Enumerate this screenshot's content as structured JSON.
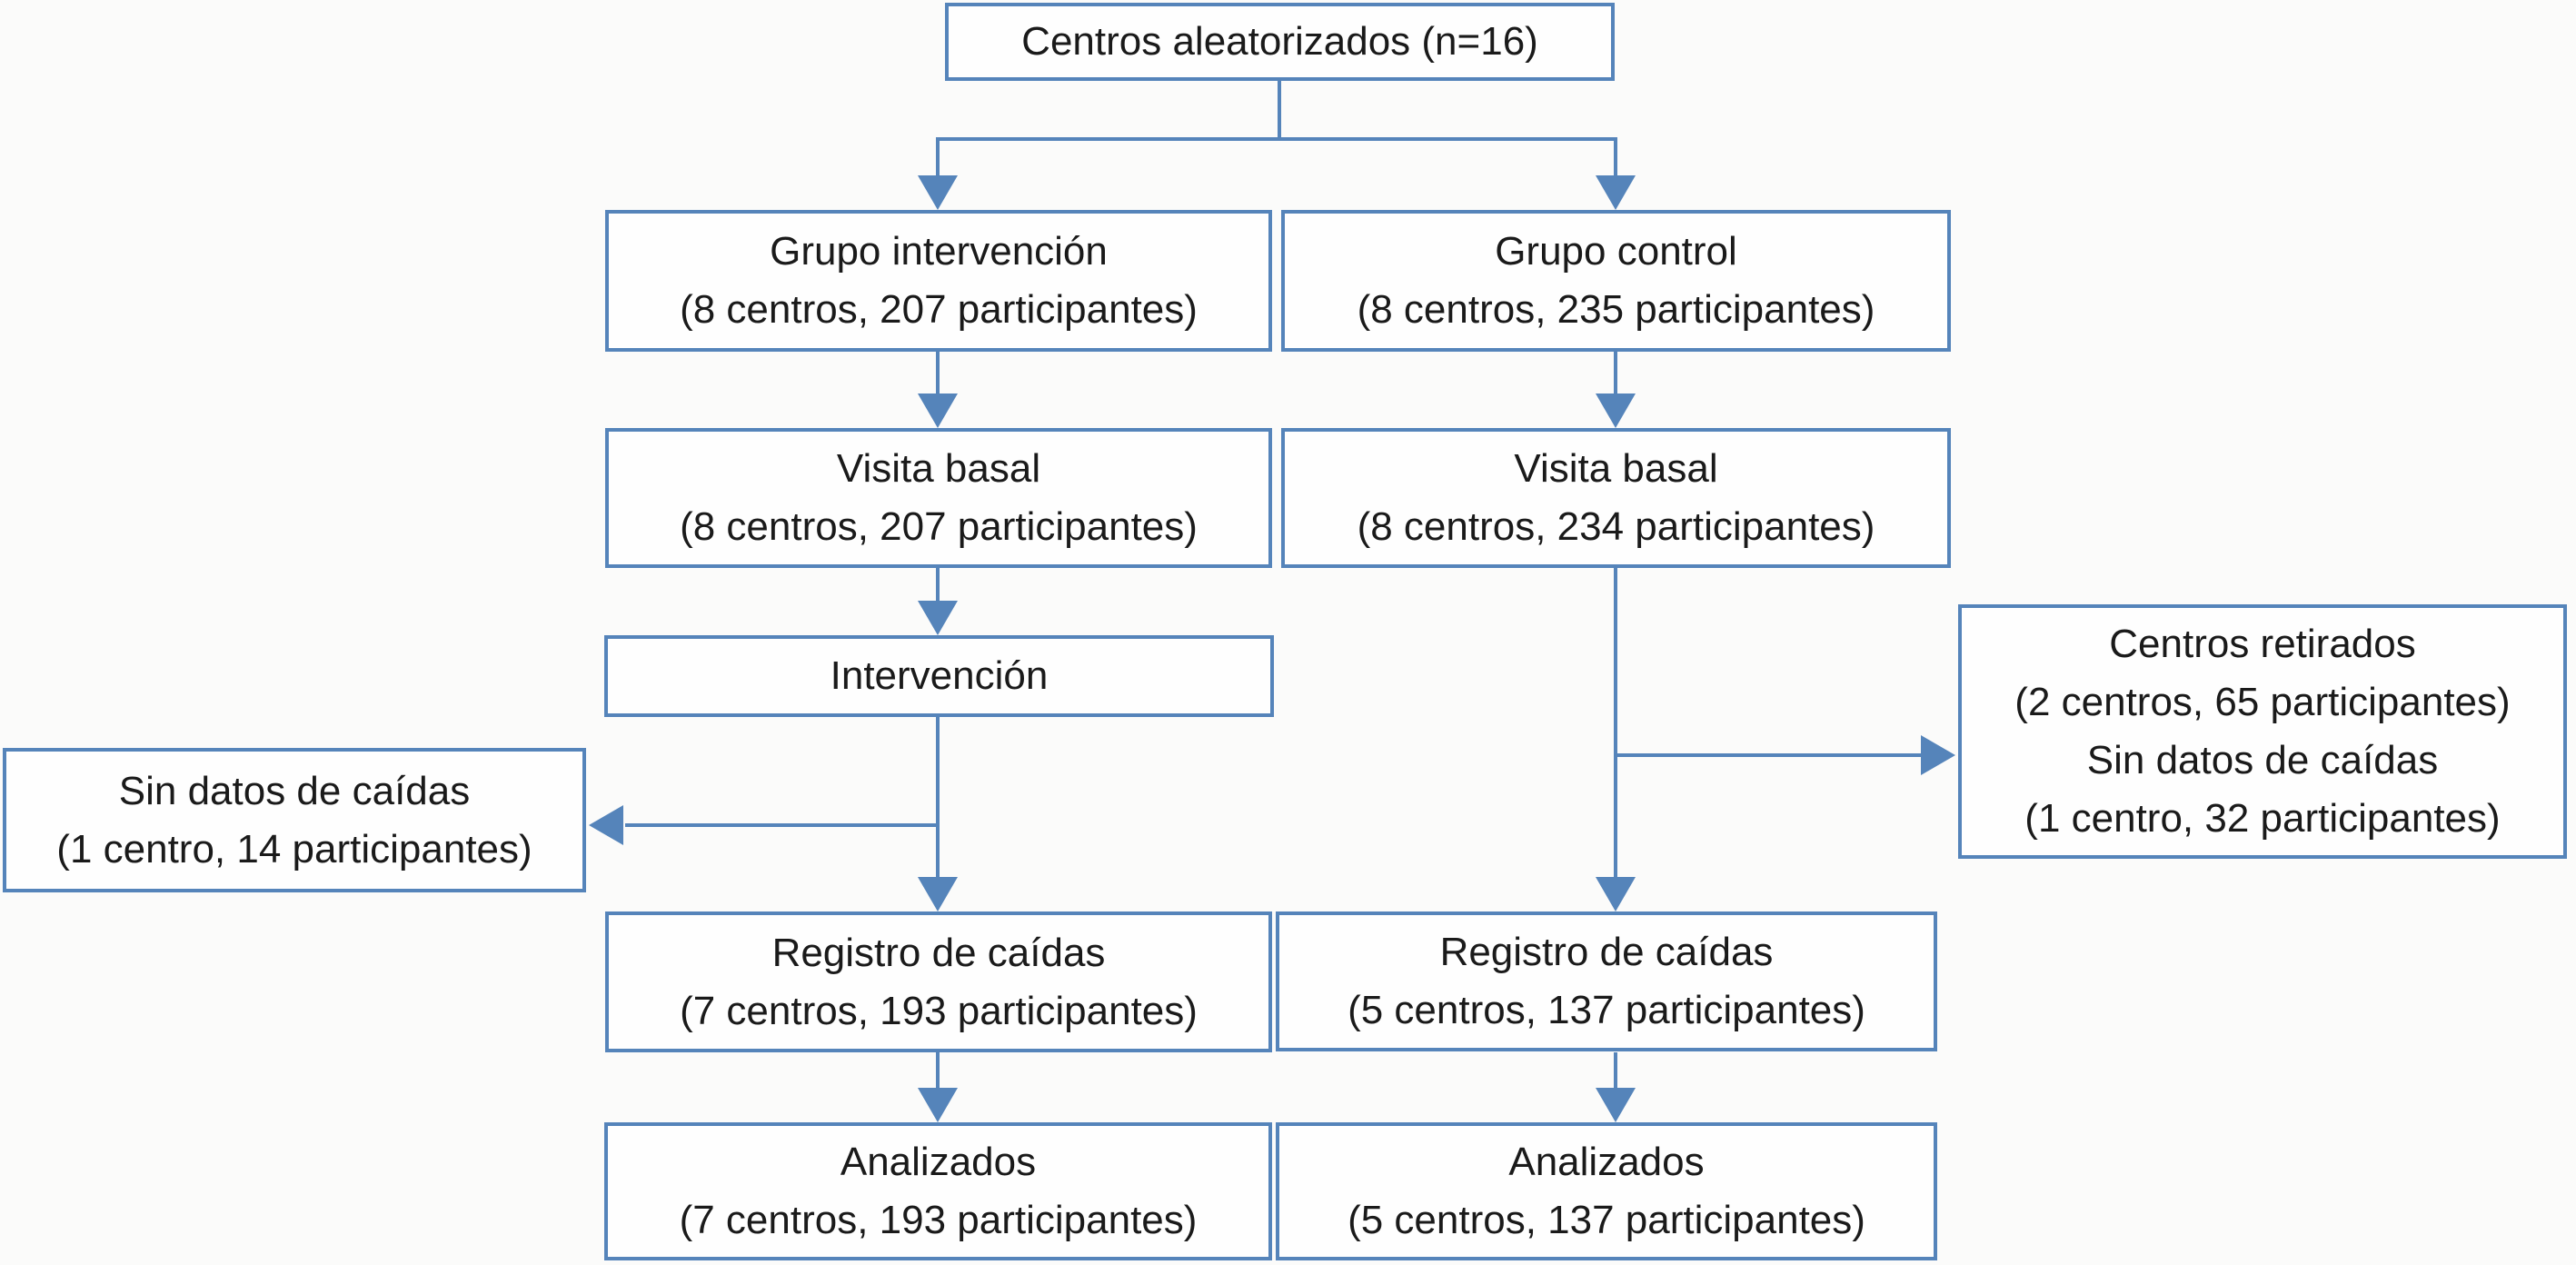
{
  "colors": {
    "accent": "#5584ba",
    "box_fill": "#fefefe",
    "text": "#1a1a1a",
    "background": "#fbfbfa"
  },
  "flowchart": {
    "randomized": {
      "lines": [
        "Centros aleatorizados (n=16)"
      ]
    },
    "intervention_group": {
      "lines": [
        "Grupo intervención",
        "(8 centros, 207 participantes)"
      ]
    },
    "control_group": {
      "lines": [
        "Grupo control",
        "(8 centros, 235 participantes)"
      ]
    },
    "baseline_intervention": {
      "lines": [
        "Visita basal",
        "(8 centros, 207 participantes)"
      ]
    },
    "baseline_control": {
      "lines": [
        "Visita basal",
        "(8 centros, 234 participantes)"
      ]
    },
    "intervention": {
      "lines": [
        "Intervención"
      ]
    },
    "no_falls_data": {
      "lines": [
        "Sin datos de caídas",
        "(1 centro, 14 participantes)"
      ]
    },
    "withdrawn_centers": {
      "lines": [
        "Centros retirados",
        "(2 centros, 65 participantes)",
        "Sin datos de caídas",
        "(1 centro, 32 participantes)"
      ]
    },
    "falls_registry_intervention": {
      "lines": [
        "Registro de caídas",
        "(7 centros, 193 participantes)"
      ]
    },
    "falls_registry_control": {
      "lines": [
        "Registro de caídas",
        "(5 centros, 137 participantes)"
      ]
    },
    "analyzed_intervention": {
      "lines": [
        "Analizados",
        "(7 centros, 193 participantes)"
      ]
    },
    "analyzed_control": {
      "lines": [
        "Analizados",
        "(5 centros, 137 participantes)"
      ]
    }
  }
}
